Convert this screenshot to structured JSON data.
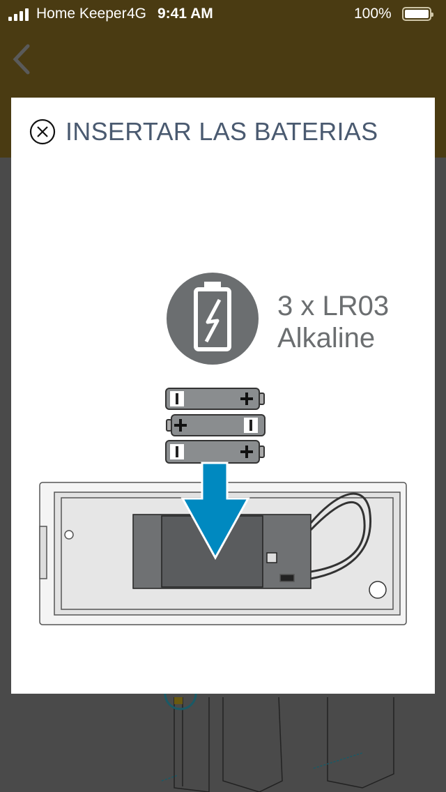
{
  "status_bar": {
    "carrier": "Home Keeper",
    "network": "4G",
    "time": "9:41 AM",
    "battery_percent": "100%"
  },
  "nav": {
    "back_icon": "chevron-left-icon"
  },
  "modal": {
    "title": "INSERTAR LAS BATERIAS",
    "close_icon": "close-circle-icon",
    "battery_spec": {
      "line1": "3 x LR03",
      "line2": "Alkaline"
    }
  },
  "colors": {
    "header": "#4a3b12",
    "title": "#4a5a70",
    "arrow": "#0089c0",
    "icon_gray": "#6b6e70"
  }
}
